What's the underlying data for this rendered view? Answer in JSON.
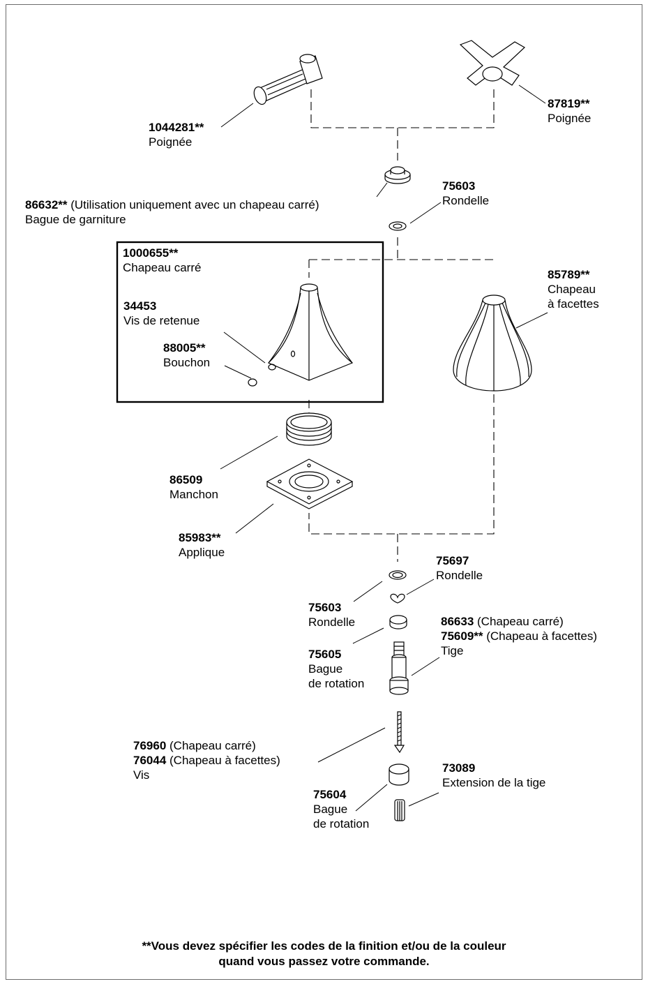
{
  "parts": {
    "handle_lever": {
      "code": "1044281",
      "mark": "**",
      "lines": [
        "Poignée"
      ]
    },
    "handle_cross": {
      "code": "87819",
      "mark": "**",
      "lines": [
        "Poignée"
      ]
    },
    "trim_ring": {
      "code": "86632",
      "mark": "**",
      "note": " (Utilisation uniquement avec un chapeau carré)",
      "lines": [
        "Bague de garniture"
      ]
    },
    "washer_top": {
      "code": "75603",
      "lines": [
        "Rondelle"
      ]
    },
    "square_cap": {
      "code": "1000655",
      "mark": "**",
      "lines": [
        "Chapeau carré"
      ]
    },
    "set_screw": {
      "code": "34453",
      "lines": [
        "Vis de retenue"
      ]
    },
    "plug": {
      "code": "88005",
      "mark": "**",
      "lines": [
        "Bouchon"
      ]
    },
    "faceted_cap": {
      "code": "85789",
      "mark": "**",
      "lines": [
        "Chapeau",
        "à facettes"
      ]
    },
    "sleeve": {
      "code": "86509",
      "lines": [
        "Manchon"
      ]
    },
    "escutcheon": {
      "code": "85983",
      "mark": "**",
      "lines": [
        "Applique"
      ]
    },
    "washer_75697": {
      "code": "75697",
      "lines": [
        "Rondelle"
      ]
    },
    "washer_75603_low": {
      "code": "75603",
      "lines": [
        "Rondelle"
      ]
    },
    "stem": {
      "code1": "86633",
      "note1": " (Chapeau carré)",
      "code2": "75609",
      "mark2": "**",
      "note2": " (Chapeau à facettes)",
      "lines": [
        "Tige"
      ]
    },
    "rotation_ring_75605": {
      "code": "75605",
      "lines": [
        "Bague",
        "de rotation"
      ]
    },
    "screw": {
      "code1": "76960",
      "note1": " (Chapeau carré)",
      "code2": "76044",
      "note2": " (Chapeau à facettes)",
      "lines": [
        "Vis"
      ]
    },
    "stem_extension": {
      "code": "73089",
      "lines": [
        "Extension de la tige"
      ]
    },
    "rotation_ring_75604": {
      "code": "75604",
      "lines": [
        "Bague",
        "de rotation"
      ]
    }
  },
  "footnote": {
    "line1": "**Vous devez spécifier les codes de la finition et/ou de la couleur",
    "line2": "quand vous passez votre commande."
  }
}
